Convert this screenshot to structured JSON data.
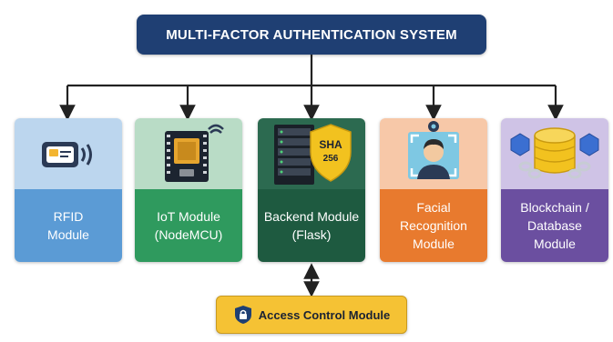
{
  "title": "MULTI-FACTOR AUTHENTICATION SYSTEM",
  "modules": [
    {
      "line1": "RFID",
      "line2": "Module",
      "icon": "rfid-card-icon",
      "top_color": "#bcd6ee",
      "bottom_color": "#5b9bd5"
    },
    {
      "line1": "IoT Module",
      "line2": "(NodeMCU)",
      "icon": "nodemcu-board-icon",
      "top_color": "#b9dcc6",
      "bottom_color": "#2f9a5e"
    },
    {
      "line1": "Backend Module",
      "line2": "(Flask)",
      "icon": "server-shield-icon",
      "top_color": "#2c6a50",
      "bottom_color": "#1e5a40"
    },
    {
      "line1": "Facial",
      "line2": "Recognition",
      "line3": "Module",
      "icon": "face-scan-icon",
      "top_color": "#f7c8a8",
      "bottom_color": "#e87a2e"
    },
    {
      "line1": "Blockchain /",
      "line2": "Database",
      "line3": "Module",
      "icon": "database-chain-icon",
      "top_color": "#cfc3e6",
      "bottom_color": "#6b4fa0"
    }
  ],
  "shield_text": {
    "line1": "SHA",
    "line2": "256"
  },
  "access_control": {
    "label": "Access Control Module",
    "icon": "shield-lock-icon",
    "color": "#f5c234"
  },
  "colors": {
    "title_bg": "#1f3f73",
    "connector": "#222222"
  }
}
